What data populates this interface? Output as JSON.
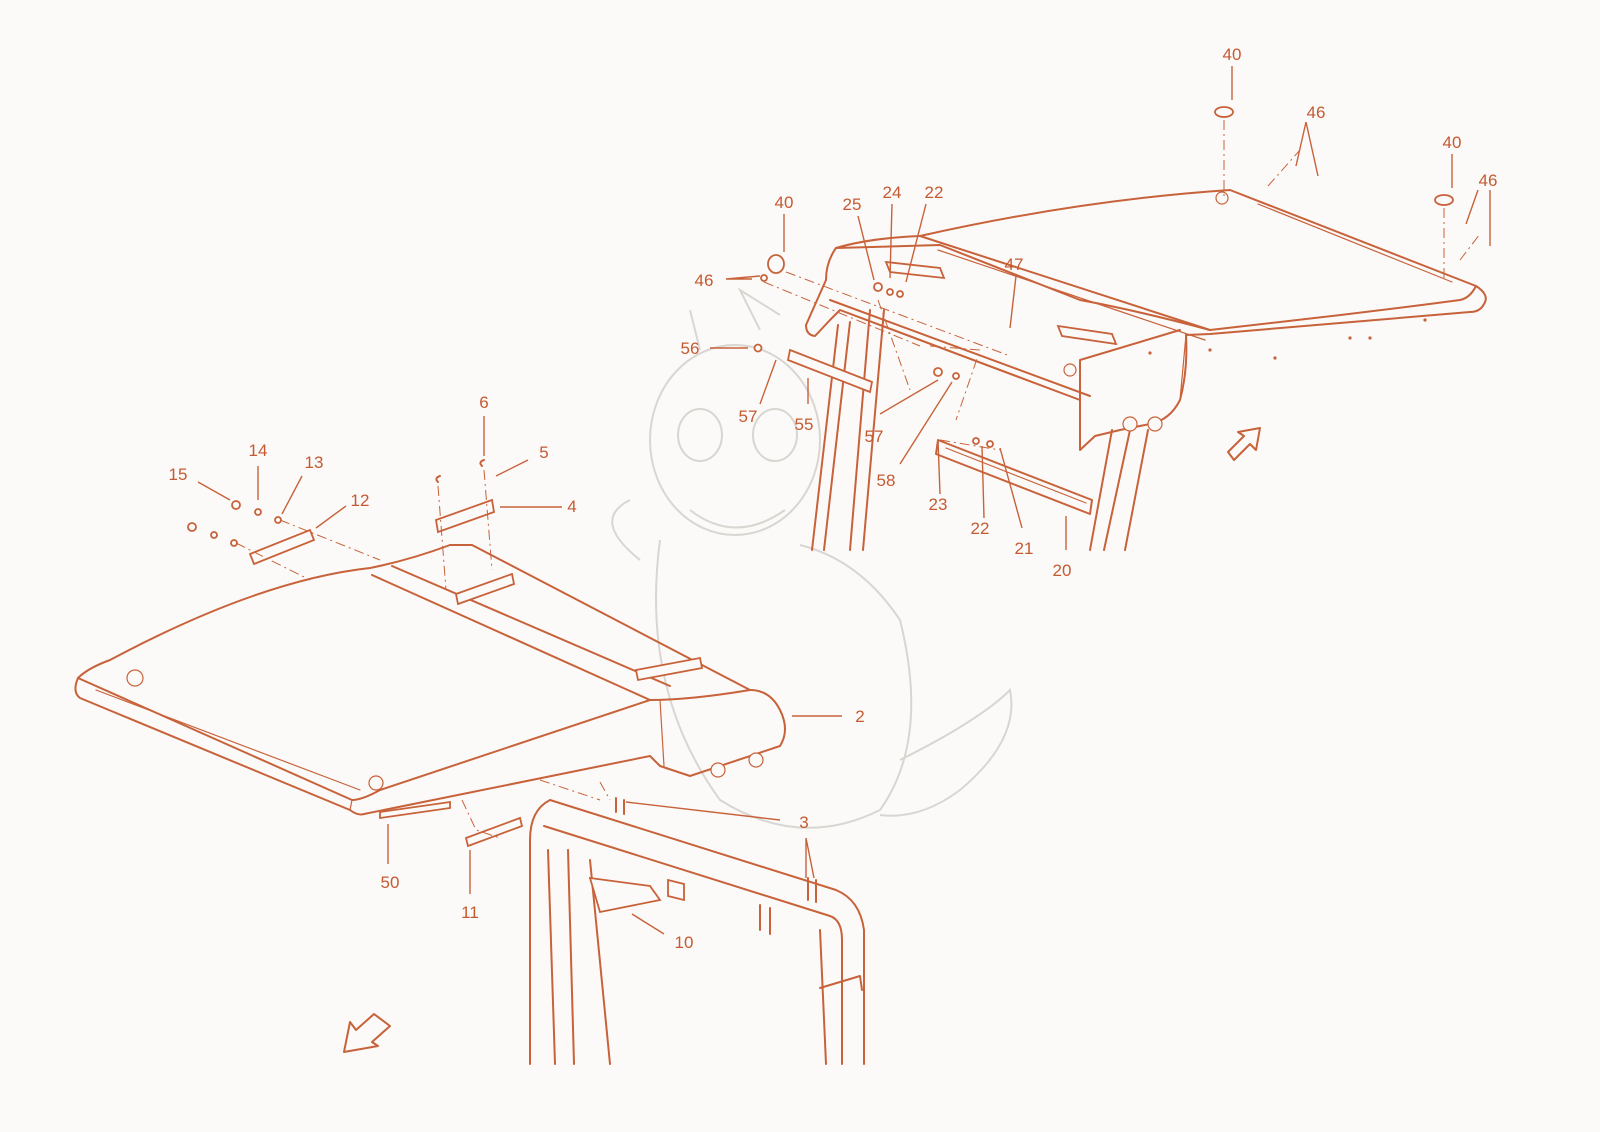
{
  "colors": {
    "line": "#c8623a",
    "label": "#c45a32",
    "background": "#fbfaf8",
    "watermark": "#d9d6d2"
  },
  "watermark": {
    "icon": "baby-dragon-watermark"
  },
  "callouts": {
    "c40a": "40",
    "c46a": "46",
    "c40b": "40",
    "c46b": "46",
    "c40c": "40",
    "c25": "25",
    "c24": "24",
    "c22a": "22",
    "c47": "47",
    "c46c": "46",
    "c56": "56",
    "c57a": "57",
    "c55": "55",
    "c57b": "57",
    "c58": "58",
    "c23": "23",
    "c22b": "22",
    "c21": "21",
    "c20": "20",
    "c6": "6",
    "c5": "5",
    "c4": "4",
    "c14": "14",
    "c13": "13",
    "c15": "15",
    "c12": "12",
    "c2": "2",
    "c3": "3",
    "c50": "50",
    "c11": "11",
    "c10": "10"
  },
  "direction_arrows": [
    "front-direction-arrow-icon",
    "rear-direction-arrow-icon"
  ]
}
